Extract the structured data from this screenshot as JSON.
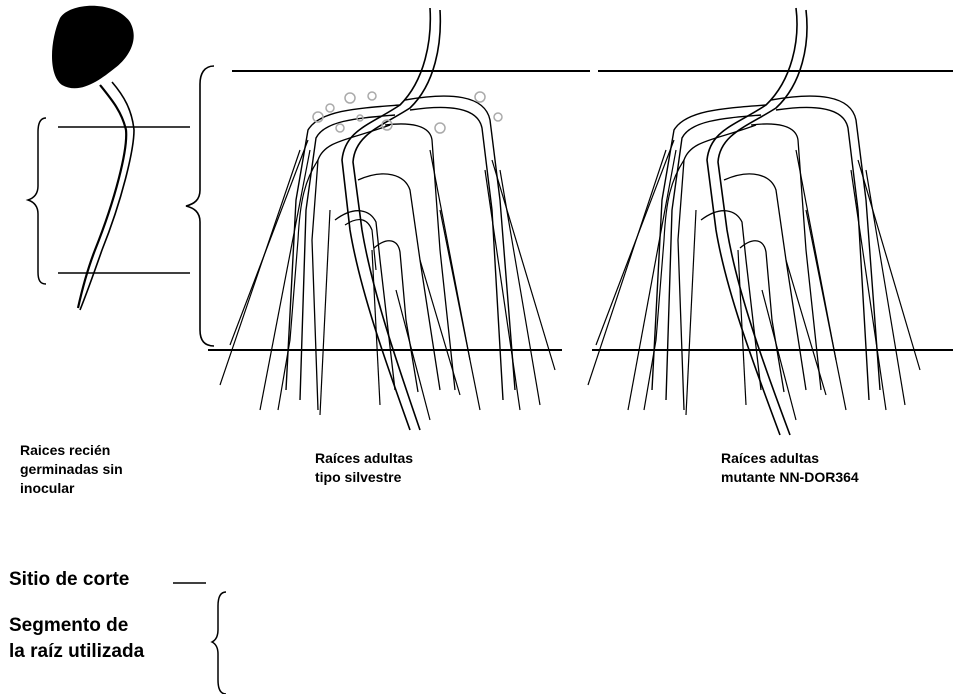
{
  "labels": {
    "seedling": "Raices recién\ngerminadas sin\ninocular",
    "wild_type": "Raíces adultas\ntipo silvestre",
    "mutant": "Raíces adultas\nmutante NN-DOR364"
  },
  "legend": {
    "cut_site": "Sitio de corte",
    "segment": "Segmento de\nla raíz utilizada"
  },
  "colors": {
    "ink": "#000000",
    "seed": "#000000",
    "nodule_outline": "#aaaaaa",
    "background": "#ffffff"
  }
}
